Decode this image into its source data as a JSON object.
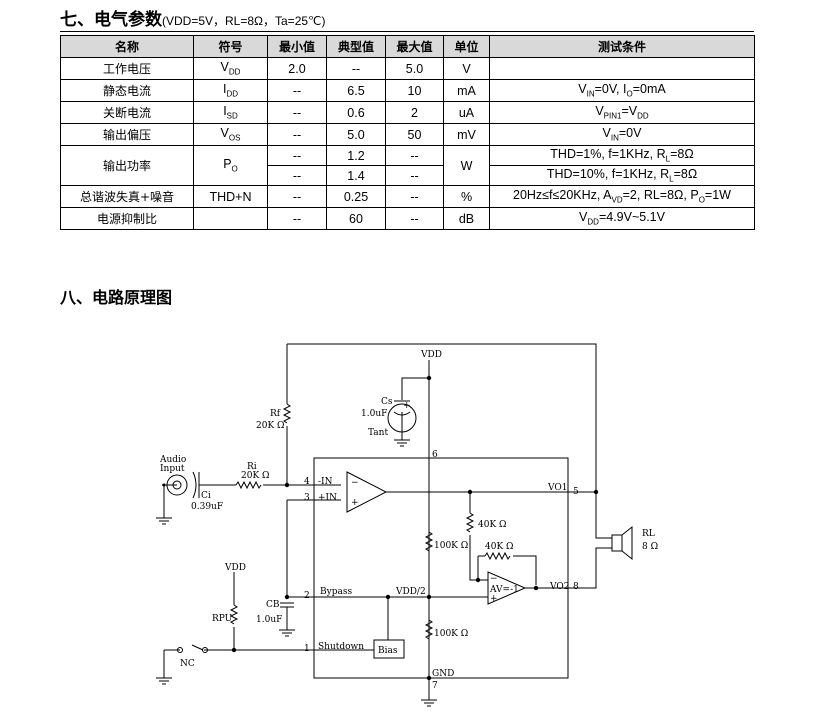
{
  "section7": {
    "title_cn": "七、电气参数",
    "title_cond": "(VDD=5V，RL=8Ω，Ta=25℃)"
  },
  "table": {
    "headers": [
      "名称",
      "符号",
      "最小值",
      "典型值",
      "最大值",
      "单位",
      "测试条件"
    ],
    "rows": [
      {
        "name": "工作电压",
        "sym": "V",
        "sym_sub": "DD",
        "min": "2.0",
        "typ": "--",
        "max": "5.0",
        "unit": "V",
        "cond": ""
      },
      {
        "name": "静态电流",
        "sym": "I",
        "sym_sub": "DD",
        "min": "--",
        "typ": "6.5",
        "max": "10",
        "unit": "mA",
        "cond": "V_IN=0V, I_O=0mA"
      },
      {
        "name": "关断电流",
        "sym": "I",
        "sym_sub": "SD",
        "min": "--",
        "typ": "0.6",
        "max": "2",
        "unit": "uA",
        "cond": "V_PIN1=V_DD"
      },
      {
        "name": "输出偏压",
        "sym": "V",
        "sym_sub": "OS",
        "min": "--",
        "typ": "5.0",
        "max": "50",
        "unit": "mV",
        "cond": "V_IN=0V"
      },
      {
        "name": "输出功率",
        "sym": "P",
        "sym_sub": "O",
        "min": "--",
        "typ": "1.2",
        "max": "--",
        "unit": "W",
        "cond": "THD=1%, f=1KHz, R_L=8Ω"
      },
      {
        "min": "--",
        "typ": "1.4",
        "max": "--",
        "cond": "THD=10%, f=1KHz, R_L=8Ω"
      },
      {
        "name": "总谐波失真+噪音",
        "sym": "THD+N",
        "sym_sub": "",
        "min": "--",
        "typ": "0.25",
        "max": "--",
        "unit": "%",
        "cond": "20Hz≤f≤20KHz, A_VD=2, RL=8Ω, P_O=1W"
      },
      {
        "name": "电源抑制比",
        "sym": "",
        "sym_sub": "",
        "min": "--",
        "typ": "60",
        "max": "--",
        "unit": "dB",
        "cond": "V_DD=4.9V~5.1V"
      }
    ]
  },
  "section8": {
    "title": "八、电路原理图"
  },
  "circuit": {
    "vdd_top": "VDD",
    "vdd_left": "VDD",
    "gnd": "GND",
    "cs_name": "Cs",
    "cs_value": "1.0uF",
    "cs_type": "Tant",
    "rf_name": "Rf",
    "rf_value": "20K Ω",
    "audio_line1": "Audio",
    "audio_line2": "Input",
    "ri_name": "Ri",
    "ri_value": "20K Ω",
    "ci_name": "Ci",
    "ci_value": "0.39uF",
    "pin_minus_in": "-IN",
    "pin_plus_in": "+IN",
    "pin_bypass": "Bypass",
    "pin_shutdown": "Shutdown",
    "bias": "Bias",
    "vdd_half": "VDD/2",
    "vo1": "VO1",
    "vo2": "VO2",
    "r40k_a": "40K Ω",
    "r40k_b": "40K Ω",
    "r100k_a": "100K Ω",
    "r100k_b": "100K Ω",
    "av": "AV=-1",
    "rl_name": "RL",
    "rl_value": "8 Ω",
    "cb_name": "CB",
    "cb_value": "1.0uF",
    "rpu_name": "RPU",
    "nc": "NC",
    "pin1": "1",
    "pin2": "2",
    "pin3": "3",
    "pin4": "4",
    "pin5": "5",
    "pin6": "6",
    "pin7": "7",
    "pin8": "8",
    "sign_minus": "−",
    "sign_plus": "+",
    "sign_tant": "+"
  }
}
